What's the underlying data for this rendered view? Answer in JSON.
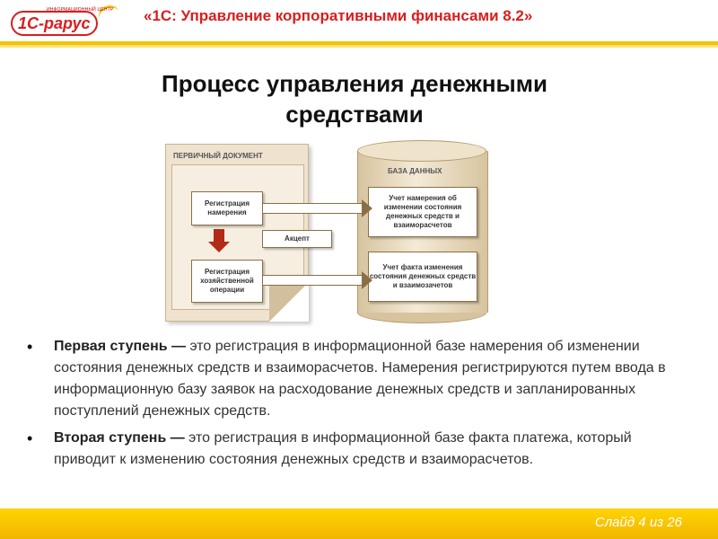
{
  "header": {
    "logo_text": "1С-рарус",
    "logo_tag": "ИНФОРМАЦИОННЫЙ ЦЕНТР",
    "product_title": "«1С: Управление корпоративными финансами 8.2»"
  },
  "slide": {
    "title_line1": "Процесс управления денежными",
    "title_line2": "средствами"
  },
  "diagram": {
    "primary_doc_label": "ПЕРВИЧНЫЙ ДОКУМЕНТ",
    "registration_intent": "Регистрация намерения",
    "registration_operation": "Регистрация хозяйственной операции",
    "acceptance": "Акцепт",
    "database_label": "БАЗА ДАННЫХ",
    "intent_accounting": "Учет намерения об изменении состояния денежных средств и взаиморасчетов",
    "fact_accounting": "Учет факта изменения состояния денежных средств и взаимозачетов"
  },
  "content": {
    "bullet1_term": "Первая ступень —",
    "bullet1_text": " это регистрация в информационной базе намерения об изменении состояния денежных средств и взаиморасчетов. Намерения регистрируются путем ввода в информационную базу заявок на расходование денежных средств и запланированных поступлений денежных средств.",
    "bullet2_term": "Вторая ступень —",
    "bullet2_text": " это регистрация в информационной базе факта платежа, который приводит к изменению состояния денежных средств и взаиморасчетов."
  },
  "footer": {
    "slide_number": "Слайд 4 из 26"
  },
  "colors": {
    "accent": "#f2c300",
    "brand_red": "#d81e1e"
  }
}
